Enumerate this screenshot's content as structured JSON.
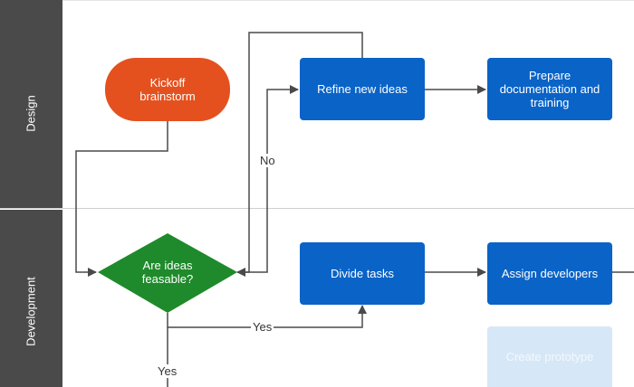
{
  "lanes": {
    "design": "Design",
    "development": "Development"
  },
  "nodes": {
    "kickoff": "Kickoff brainstorm",
    "refine": "Refine new ideas",
    "prepare": "Prepare documentation and training",
    "decision": "Are ideas feasable?",
    "divide": "Divide tasks",
    "assign": "Assign developers",
    "prototype": "Create prototype"
  },
  "edge_labels": {
    "no": "No",
    "yes_right": "Yes",
    "yes_down": "Yes"
  },
  "colors": {
    "lane_bar": "#4a4a4a",
    "process": "#0a63c7",
    "start": "#e4511f",
    "decision": "#1f8a2b",
    "faded_process": "#d6e7f7"
  }
}
